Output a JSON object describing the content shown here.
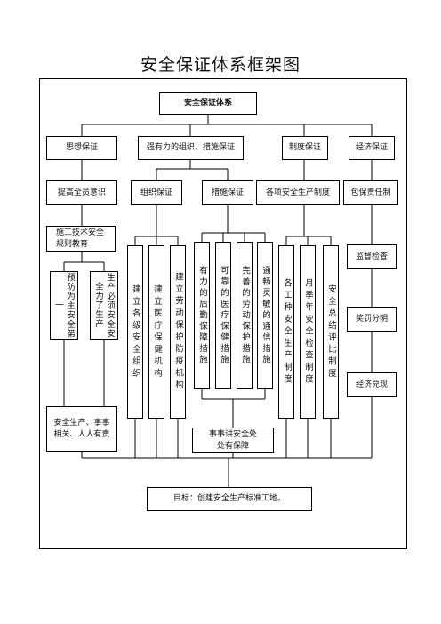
{
  "title": "安全保证体系框架图",
  "root": "安全保证体系",
  "level1": [
    "思想保证",
    "强有力的组织、措施保证",
    "制度保证",
    "经济保证"
  ],
  "level2": [
    "提高全员意识",
    "组织保证",
    "措施保证",
    "各项安全生产制度",
    "包保责任制"
  ],
  "education": "施工技术安全规则教育",
  "thought_columns": [
    "预防为主安全第一",
    "生产必须安全安全为了生产"
  ],
  "thought_bottom": "安全生产、事事相关、人人有责",
  "organization_columns": [
    "建立各级安全组织",
    "建立医疗保健机构",
    "建立劳动保护防疫机构"
  ],
  "measure_columns": [
    "有力的后勤保障措施",
    "可靠的医疗保健措施",
    "完善的劳动保护措施",
    "通畅灵敏的通信措施"
  ],
  "measure_bottom": "事事讲安全处处有保障",
  "system_columns": [
    "各工种安全生产制度",
    "月季年安全检查制度",
    "安全总结评比制度"
  ],
  "economic_items": [
    "监督检查",
    "奖罚分明",
    "经济兑现"
  ],
  "goal": "目标：创建安全生产标准工地。"
}
